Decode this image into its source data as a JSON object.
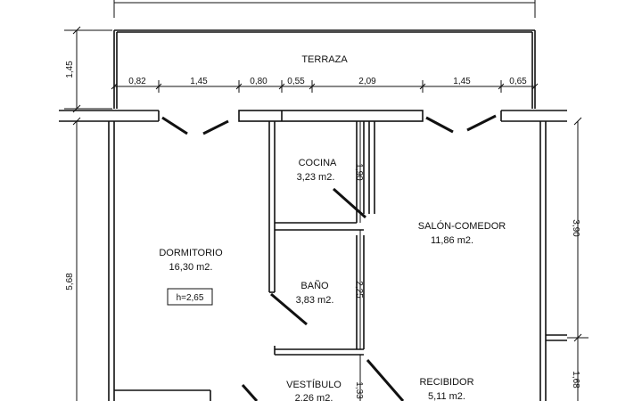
{
  "rooms": {
    "terraza": "TERRAZA",
    "dormitorio": {
      "name": "DORMITORIO",
      "area": "16,30 m2.",
      "height": "h=2,65"
    },
    "cocina": {
      "name": "COCINA",
      "area": "3,23 m2."
    },
    "bano": {
      "name": "BAÑO",
      "area": "3,83 m2."
    },
    "salon": {
      "name": "SALÓN-COMEDOR",
      "area": "11,86 m2."
    },
    "vestibulo": {
      "name": "VESTÍBULO",
      "area": "2,26 m2."
    },
    "recibidor": {
      "name": "RECIBIDOR",
      "area": "5,11 m2."
    }
  },
  "dimensions": {
    "terrace_depth": "1,45",
    "terrace_segments": [
      "0,82",
      "1,45",
      "0,80",
      "0,55",
      "2,09",
      "1,45",
      "0,65"
    ],
    "left_height": "5,68",
    "right_upper": "3,90",
    "right_lower": "1,68",
    "kitchen_depth": "1,90",
    "bath_depth": "2,25",
    "hall_depth": "1,33"
  }
}
